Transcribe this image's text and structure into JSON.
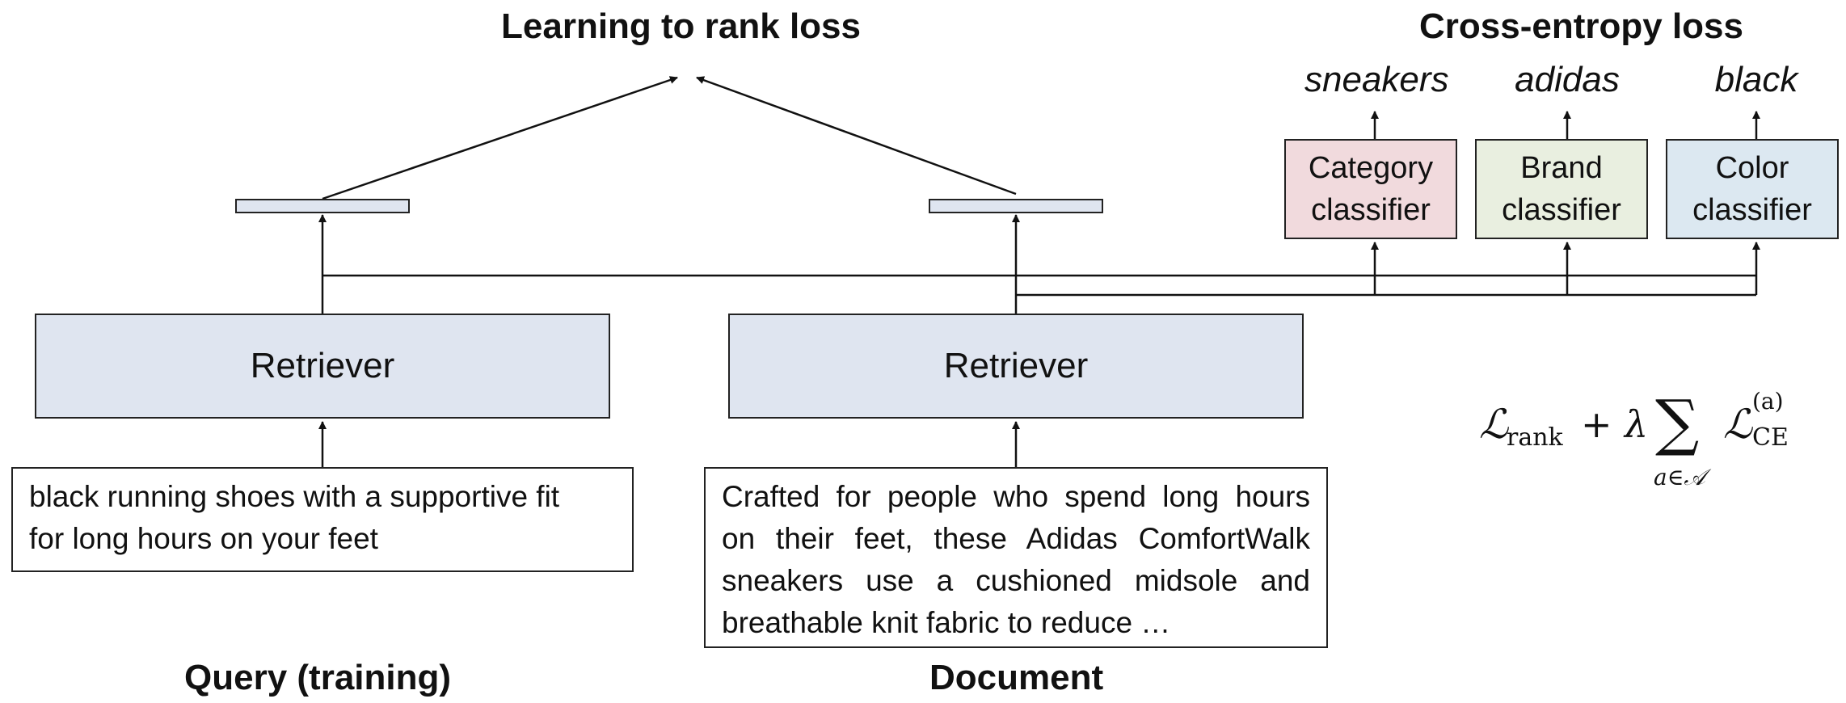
{
  "headings": {
    "ranking_loss": "Learning to rank loss",
    "ce_loss": "Cross-entropy loss",
    "query_caption": "Query (training)",
    "document_caption": "Document"
  },
  "retriever_left": "Retriever",
  "retriever_right": "Retriever",
  "classifiers": [
    {
      "line1": "Category",
      "line2": "classifier",
      "output": "sneakers",
      "fill": "#f1dadd"
    },
    {
      "line1": "Brand",
      "line2": "classifier",
      "output": "adidas",
      "fill": "#e9efe0"
    },
    {
      "line1": "Color",
      "line2": "classifier",
      "output": "black",
      "fill": "#dce8f1"
    }
  ],
  "query_text": {
    "line1": "black running shoes with a supportive fit",
    "line2": "for long hours on your feet"
  },
  "document_text": {
    "line1": "Crafted for people who spend long hours",
    "line2": "on their feet, these Adidas ComfortWalk",
    "line3": "sneakers use a cushioned midsole and",
    "line4": "breathable knit fabric to reduce …"
  },
  "formula": {
    "L": "ℒ",
    "rank_sub": "rank",
    "plus": "+",
    "lambda": "λ",
    "sum": "∑",
    "sum_sub": "a∈𝒜",
    "ce_sup": "(a)",
    "ce_sub": "CE"
  },
  "colors": {
    "retriever_fill": "#dfe5f0",
    "embedding_fill": "#dfe5f0",
    "line": "#111111"
  }
}
